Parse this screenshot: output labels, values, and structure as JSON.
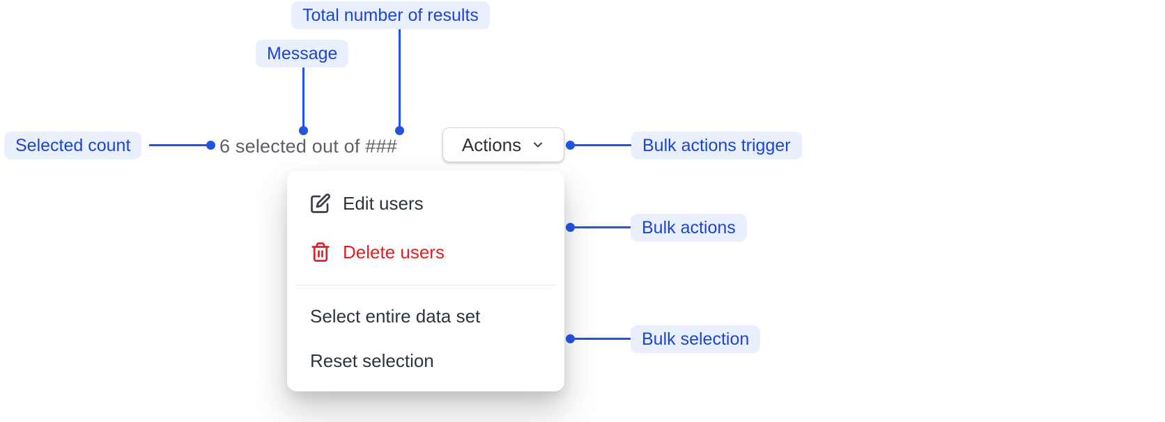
{
  "annotations": {
    "selected_count": "Selected count",
    "message": "Message",
    "total_results": "Total number of results",
    "bulk_actions_trigger": "Bulk actions trigger",
    "bulk_actions": "Bulk actions",
    "bulk_selection": "Bulk selection"
  },
  "toolbar": {
    "selection_message": "6 selected out of ###",
    "selected_count_value": "6",
    "total_results_placeholder": "###",
    "actions_button_label": "Actions"
  },
  "menu": {
    "items": [
      {
        "label": "Edit users",
        "icon": "edit-icon",
        "danger": false
      },
      {
        "label": "Delete users",
        "icon": "trash-icon",
        "danger": true
      },
      {
        "label": "Select entire data set",
        "icon": null,
        "danger": false
      },
      {
        "label": "Reset selection",
        "icon": null,
        "danger": false
      }
    ]
  },
  "colors": {
    "annotation_text": "#1c45d0",
    "annotation_pill_bg": "#e9effd",
    "connector_blue": "#2254e4",
    "message_gray": "#5c6067",
    "menu_text": "#2e343d",
    "danger_red": "#e02025",
    "divider": "#e5e6e8",
    "button_border": "#d4d6d9",
    "surface": "#ffffff"
  }
}
